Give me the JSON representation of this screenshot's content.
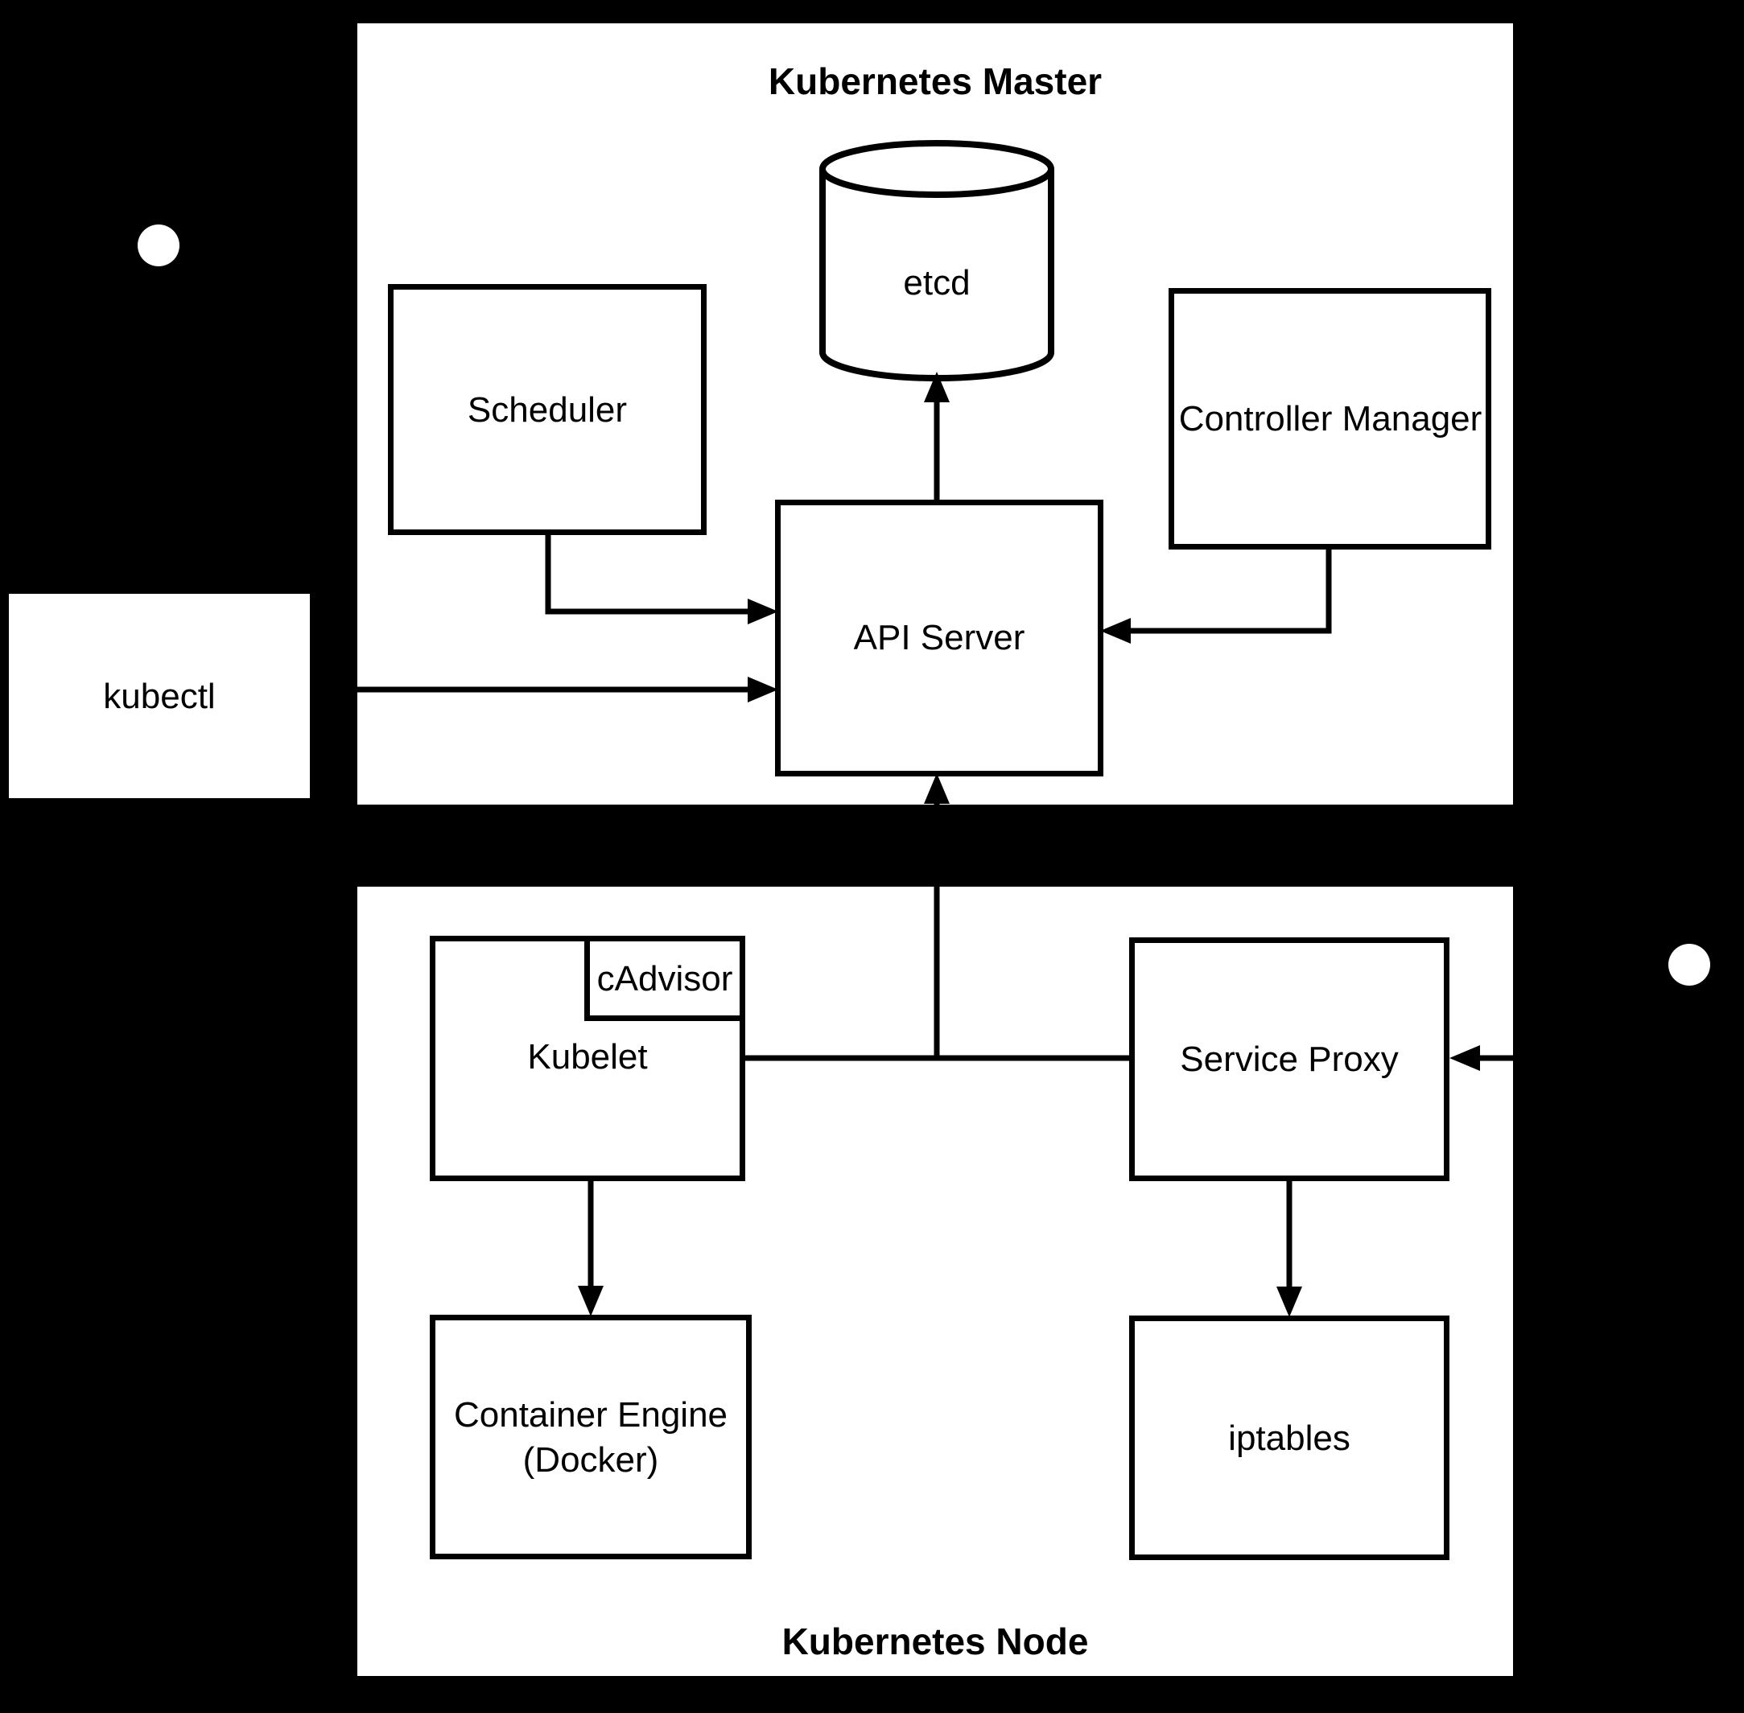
{
  "canvas": {
    "background": "#000000",
    "box_fill": "#ffffff",
    "line_color": "#000000"
  },
  "master": {
    "title": "Kubernetes Master",
    "etcd_label": "etcd",
    "scheduler_label": "Scheduler",
    "controller_manager_label": "Controller Manager",
    "api_server_label": "API Server"
  },
  "node": {
    "title": "Kubernetes Node",
    "kubelet_label": "Kubelet",
    "cadvisor_label": "cAdvisor",
    "service_proxy_label": "Service Proxy",
    "container_engine_line1": "Container Engine",
    "container_engine_line2": "(Docker)",
    "iptables_label": "iptables"
  },
  "external": {
    "kubectl_label": "kubectl"
  }
}
